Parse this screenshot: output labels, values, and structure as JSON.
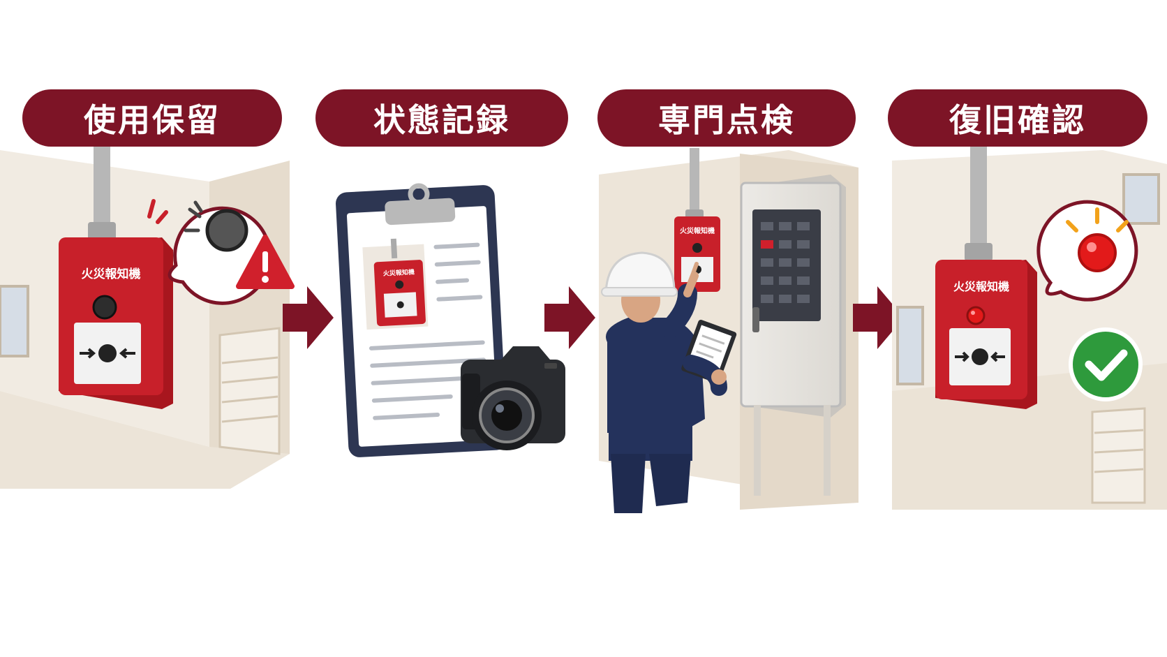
{
  "steps": [
    {
      "title": "使用保留"
    },
    {
      "title": "状態記録"
    },
    {
      "title": "専門点検"
    },
    {
      "title": "復旧確認"
    }
  ],
  "device_label": "火災報知機",
  "colors": {
    "header": "#7d1426",
    "arrow": "#7d1426",
    "device_red": "#c8202a",
    "warning_red": "#d0202c",
    "check_green": "#2e9a3c",
    "light_on": "#e21a1a",
    "rays": "#f2a21b",
    "worker_navy": "#24325c"
  },
  "icons": [
    "warning-icon",
    "camera-icon",
    "clipboard-icon",
    "hard-hat-icon",
    "checkmark-icon",
    "arrow-right-icon"
  ]
}
